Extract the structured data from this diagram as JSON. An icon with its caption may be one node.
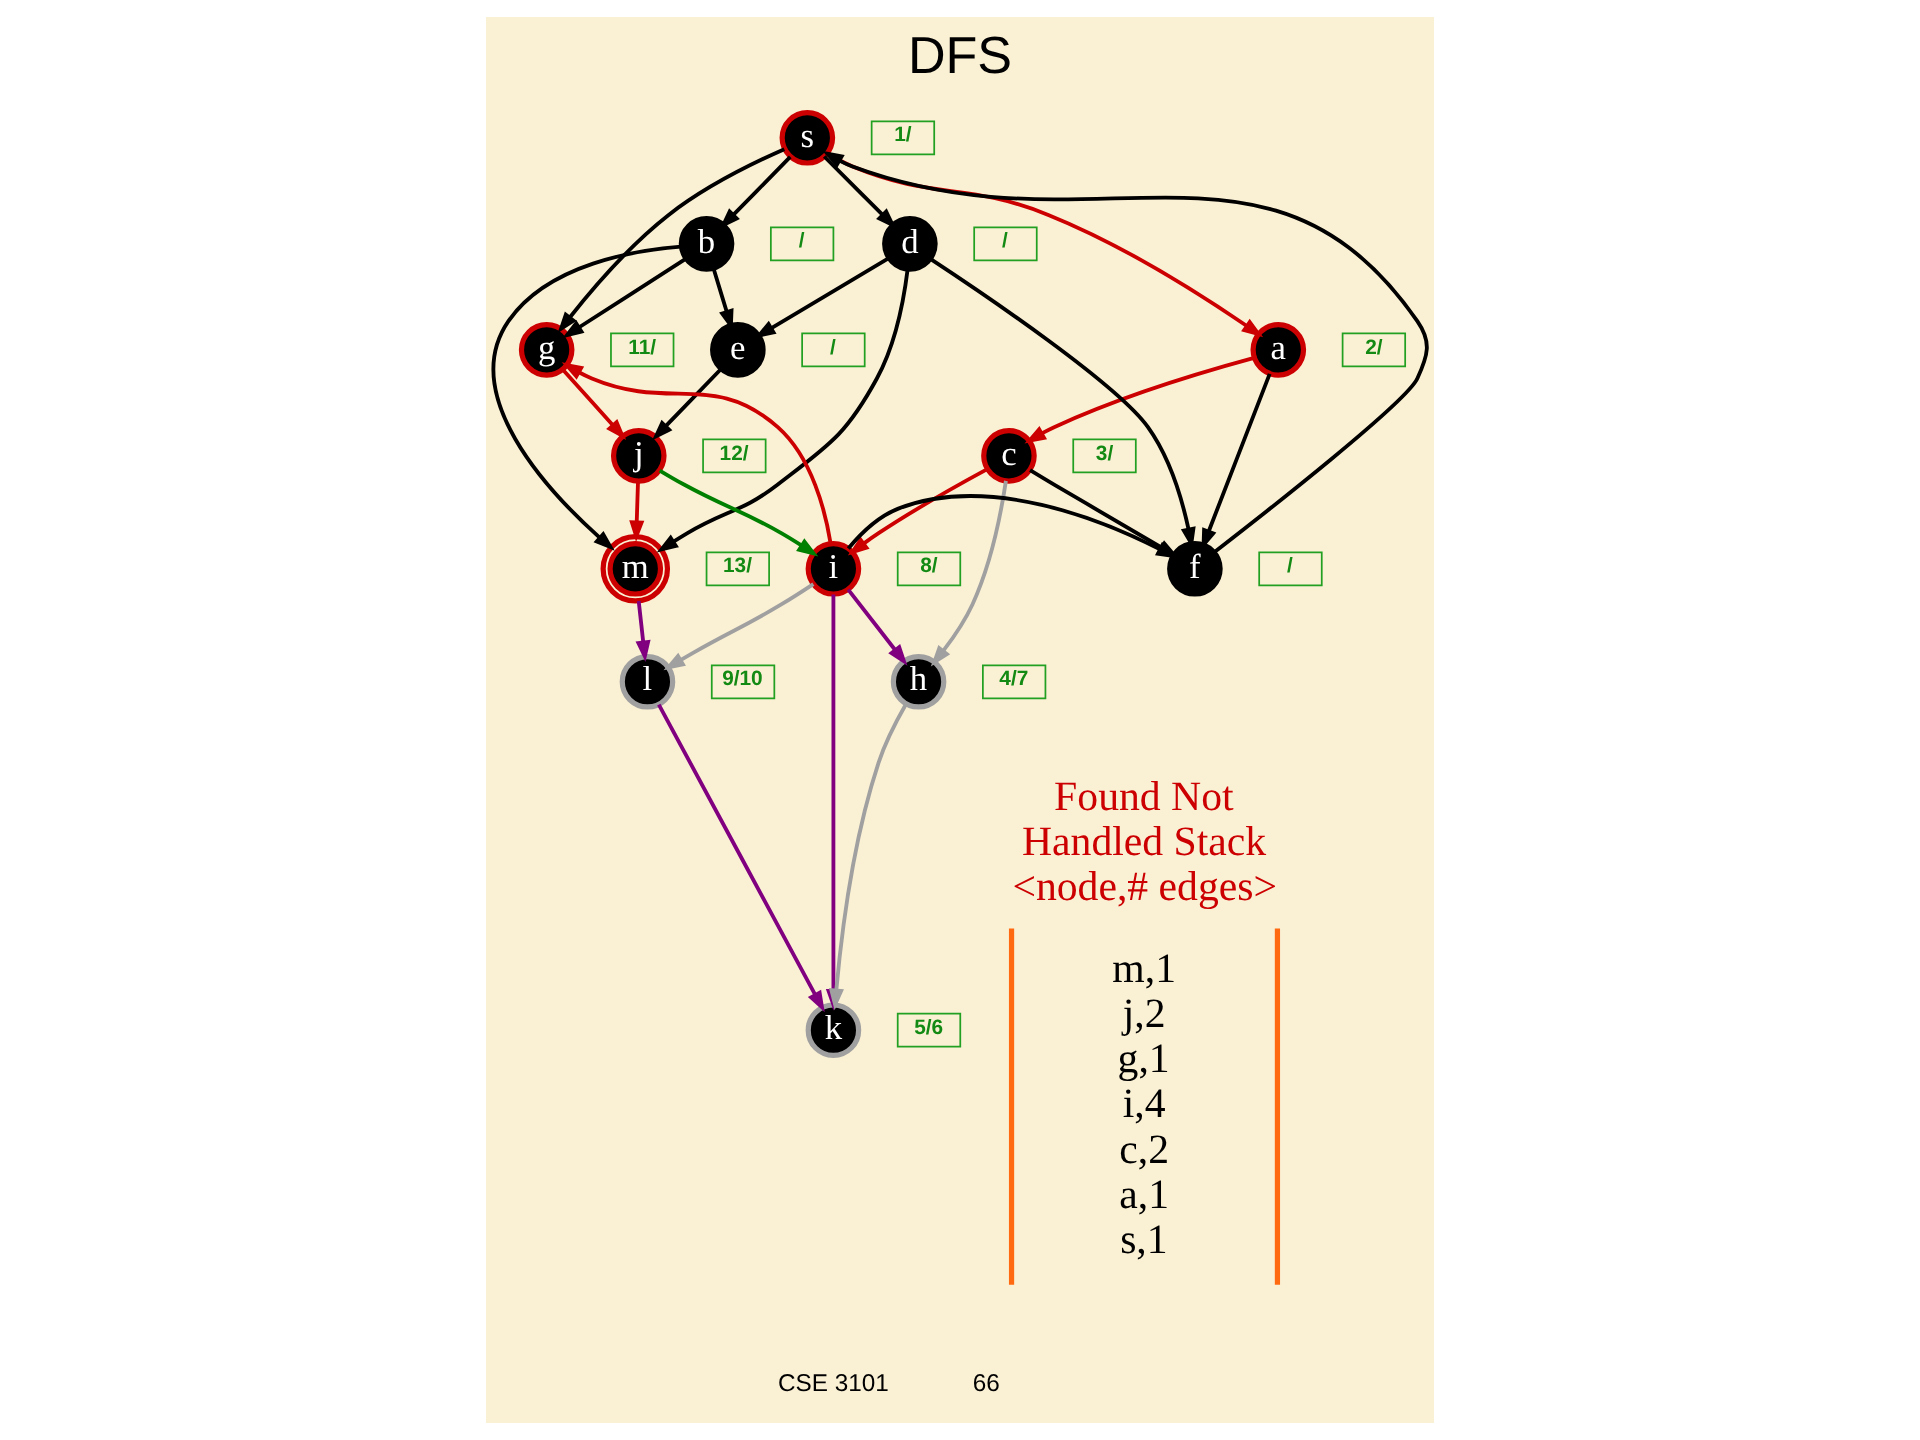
{
  "diagram": {
    "title": "DFS",
    "nodes": [
      {
        "text": [
          "s"
        ],
        "beside": [
          "1/"
        ]
      },
      {
        "text": [
          "b"
        ],
        "beside": [
          "/"
        ]
      },
      {
        "text": [
          "a"
        ],
        "beside": [
          "2/"
        ]
      },
      {
        "text": [
          "e"
        ],
        "beside": [
          "/"
        ]
      },
      {
        "text": [
          "d"
        ],
        "beside": [
          "/"
        ]
      },
      {
        "text": [
          "g"
        ],
        "beside": [
          "11/"
        ]
      },
      {
        "text": [
          "c"
        ],
        "beside": [
          "3/"
        ]
      },
      {
        "text": [
          "f"
        ],
        "beside": [
          "/"
        ]
      },
      {
        "text": [
          "j"
        ],
        "beside": [
          "12/"
        ]
      },
      {
        "text": [
          "i"
        ],
        "beside": [
          "8/"
        ]
      },
      {
        "text": [
          "h"
        ],
        "beside": [
          "4/7"
        ]
      },
      {
        "text": [
          "m"
        ],
        "beside": [
          "13/"
        ]
      },
      {
        "text": [
          "k"
        ],
        "beside": [
          "5/6"
        ]
      },
      {
        "text": [
          "l"
        ],
        "beside": [
          "9/10"
        ]
      },
      {
        "text": [
          "Found Not Handled Stack <node,# edges>",
          "m,1",
          "j,2",
          "g,1",
          "i,4",
          "c,2",
          "a,1",
          "s,1"
        ]
      }
    ],
    "edges": [
      {
        "from": 0,
        "to": 2,
        "arrow": "to",
        "color": "#cc0000"
      },
      {
        "from": 0,
        "to": 1,
        "arrow": "to"
      },
      {
        "from": 0,
        "to": 4,
        "arrow": "to"
      },
      {
        "from": 0,
        "to": 5,
        "arrow": "to"
      },
      {
        "from": 7,
        "to": 0,
        "arrow": "to"
      },
      {
        "from": 2,
        "to": 6,
        "arrow": "to",
        "color": "#cc0000"
      },
      {
        "from": 2,
        "to": 7,
        "arrow": "to"
      },
      {
        "from": 6,
        "to": 7,
        "arrow": "to"
      },
      {
        "from": 6,
        "to": 9,
        "arrow": "to",
        "color": "#cc0000"
      },
      {
        "from": 6,
        "to": 10,
        "arrow": "to",
        "color": "#a0a0a0"
      },
      {
        "from": 4,
        "to": 7,
        "arrow": "to"
      },
      {
        "from": 4,
        "to": 3,
        "arrow": "to"
      },
      {
        "from": 4,
        "to": 11,
        "arrow": "to"
      },
      {
        "from": 1,
        "to": 5,
        "arrow": "to"
      },
      {
        "from": 1,
        "to": 3,
        "arrow": "to"
      },
      {
        "from": 1,
        "to": 11,
        "arrow": "to"
      },
      {
        "from": 3,
        "to": 8,
        "arrow": "to"
      },
      {
        "from": 5,
        "to": 8,
        "arrow": "to",
        "color": "#cc0000"
      },
      {
        "from": 9,
        "to": 5,
        "arrow": "to",
        "color": "#cc0000"
      },
      {
        "from": 9,
        "to": 7,
        "arrow": "to"
      },
      {
        "from": 8,
        "to": 9,
        "arrow": "to",
        "color": "#008000"
      },
      {
        "from": 8,
        "to": 11,
        "arrow": "to",
        "color": "#cc0000"
      },
      {
        "from": 9,
        "to": 10,
        "arrow": "to",
        "color": "#800080"
      },
      {
        "from": 9,
        "to": 12,
        "arrow": "to",
        "color": "#800080"
      },
      {
        "from": 9,
        "to": 13,
        "arrow": "to",
        "color": "#a0a0a0"
      },
      {
        "from": 10,
        "to": 12,
        "arrow": "to",
        "color": "#a0a0a0"
      },
      {
        "from": 11,
        "to": 13,
        "arrow": "to",
        "color": "#800080"
      },
      {
        "from": 13,
        "to": 12,
        "arrow": "to",
        "color": "#800080"
      }
    ],
    "labels": [
      "CSE 3101",
      "66"
    ]
  }
}
